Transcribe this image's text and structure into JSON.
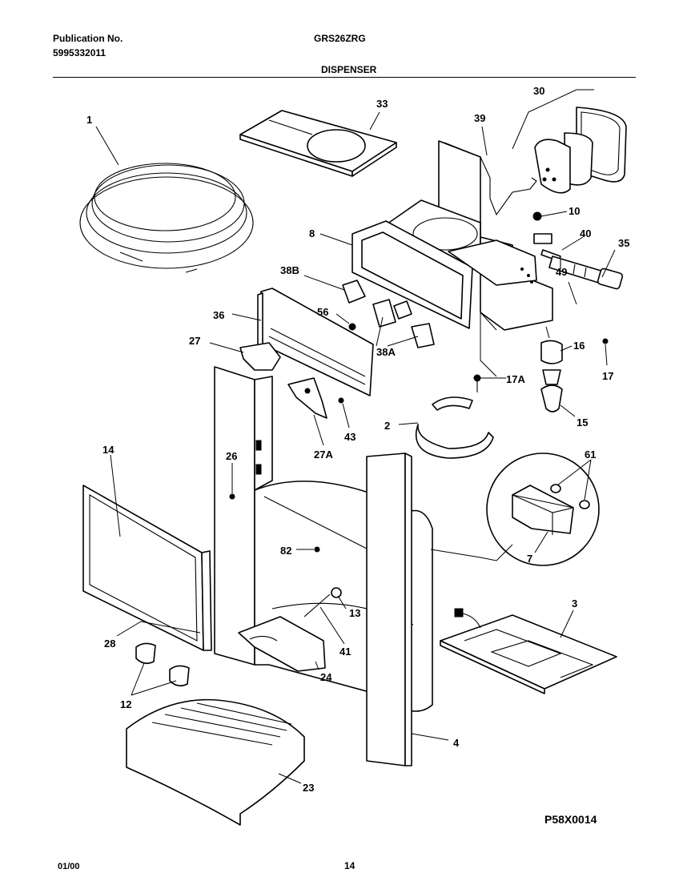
{
  "header": {
    "publication_label": "Publication No.",
    "publication_number": "5995332011",
    "model": "GRS26ZRG",
    "section_title": "DISPENSER"
  },
  "footer": {
    "date": "01/00",
    "page": "14",
    "figure_code": "P58X0014"
  },
  "callouts": [
    "1",
    "33",
    "30",
    "39",
    "10",
    "40",
    "35",
    "8",
    "38B",
    "49",
    "56",
    "36",
    "27",
    "38A",
    "16",
    "17A",
    "17",
    "2",
    "15",
    "43",
    "27A",
    "26",
    "14",
    "61",
    "7",
    "82",
    "13",
    "3",
    "41",
    "28",
    "24",
    "12",
    "4",
    "23"
  ]
}
